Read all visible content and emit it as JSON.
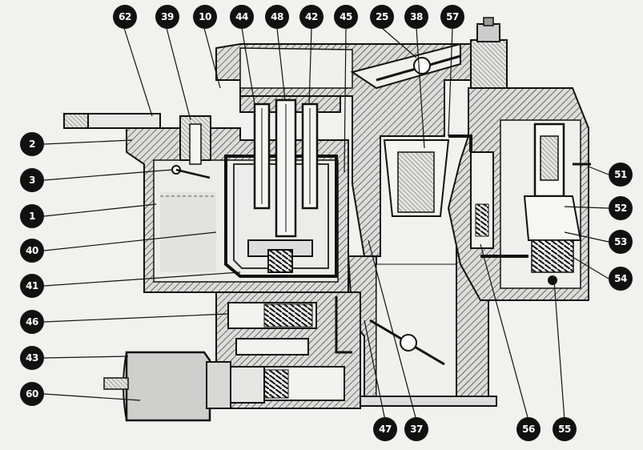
{
  "figure": {
    "labels": {
      "l62": "62",
      "l39": "39",
      "l10": "10",
      "l44": "44",
      "l48": "48",
      "l42": "42",
      "l45": "45",
      "l25": "25",
      "l38": "38",
      "l57": "57",
      "l2": "2",
      "l3": "3",
      "l1": "1",
      "l40": "40",
      "l41": "41",
      "l46": "46",
      "l43": "43",
      "l60": "60",
      "l51": "51",
      "l52": "52",
      "l53": "53",
      "l54": "54",
      "l47": "47",
      "l37": "37",
      "l56": "56",
      "l55": "55"
    }
  },
  "colors": {
    "ink": "#111111",
    "paper": "#f1f1ef",
    "hatch_fill": "#d6d6d4"
  }
}
